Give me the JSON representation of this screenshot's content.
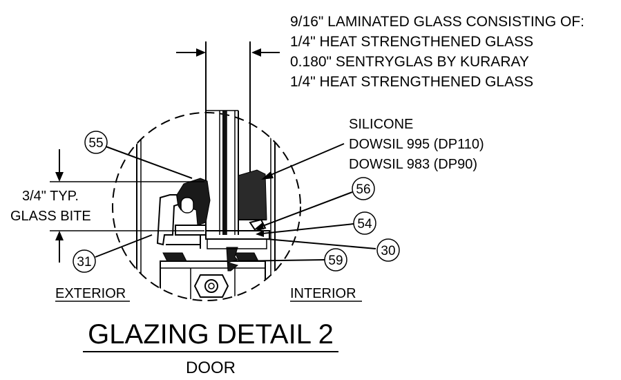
{
  "glass_note": [
    "9/16\" LAMINATED GLASS CONSISTING OF:",
    "1/4\" HEAT STRENGTHENED GLASS",
    "0.180\" SENTRYGLAS BY KURARAY",
    "1/4\" HEAT STRENGTHENED GLASS"
  ],
  "silicone_note": [
    "SILICONE",
    "DOWSIL 995 (DP110)",
    "DOWSIL 983 (DP90)"
  ],
  "bite_note": [
    "3/4\" TYP.",
    "GLASS BITE"
  ],
  "callouts": {
    "c55": "55",
    "c56": "56",
    "c54": "54",
    "c30": "30",
    "c31": "31",
    "c59": "59"
  },
  "side_labels": {
    "exterior": "EXTERIOR",
    "interior": "INTERIOR"
  },
  "title": {
    "main": "GLAZING DETAIL 2",
    "sub": "DOOR"
  }
}
